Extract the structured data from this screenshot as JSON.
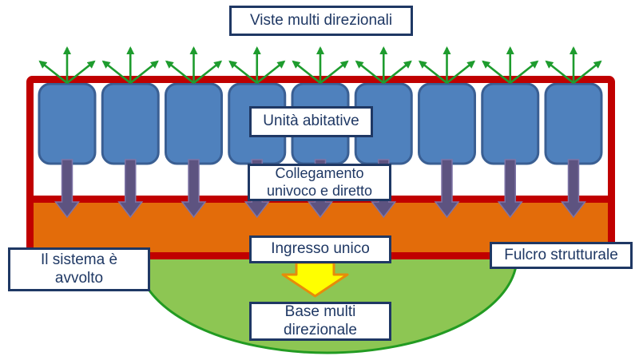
{
  "diagram": {
    "unit_count": 9,
    "labels": {
      "viste": "Viste multi direzionali",
      "unita": "Unità abitative",
      "collegamento": {
        "line1": "Collegamento",
        "line2": "univoco e diretto"
      },
      "ingresso": "Ingresso unico",
      "sistema": {
        "line1": "Il sistema è",
        "line2": "avvolto"
      },
      "fulcro": "Fulcro strutturale",
      "base": {
        "line1": "Base multi",
        "line2": "direzionale"
      }
    },
    "colors": {
      "label_border": "#1F3864",
      "label_text": "#1F3864",
      "label_bg": "#FFFFFF",
      "unit_fill": "#4F81BD",
      "unit_border": "#3A5F93",
      "frame_red": "#C00000",
      "band_orange": "#E36C0A",
      "base_fill": "#8DC653",
      "base_border": "#229B22",
      "view_arrow": "#1E9C2E",
      "connector_fill": "#5D5380",
      "connector_edge": "#7E74A6",
      "entry_fill": "#FFFF00",
      "entry_edge": "#E68C0A"
    }
  }
}
